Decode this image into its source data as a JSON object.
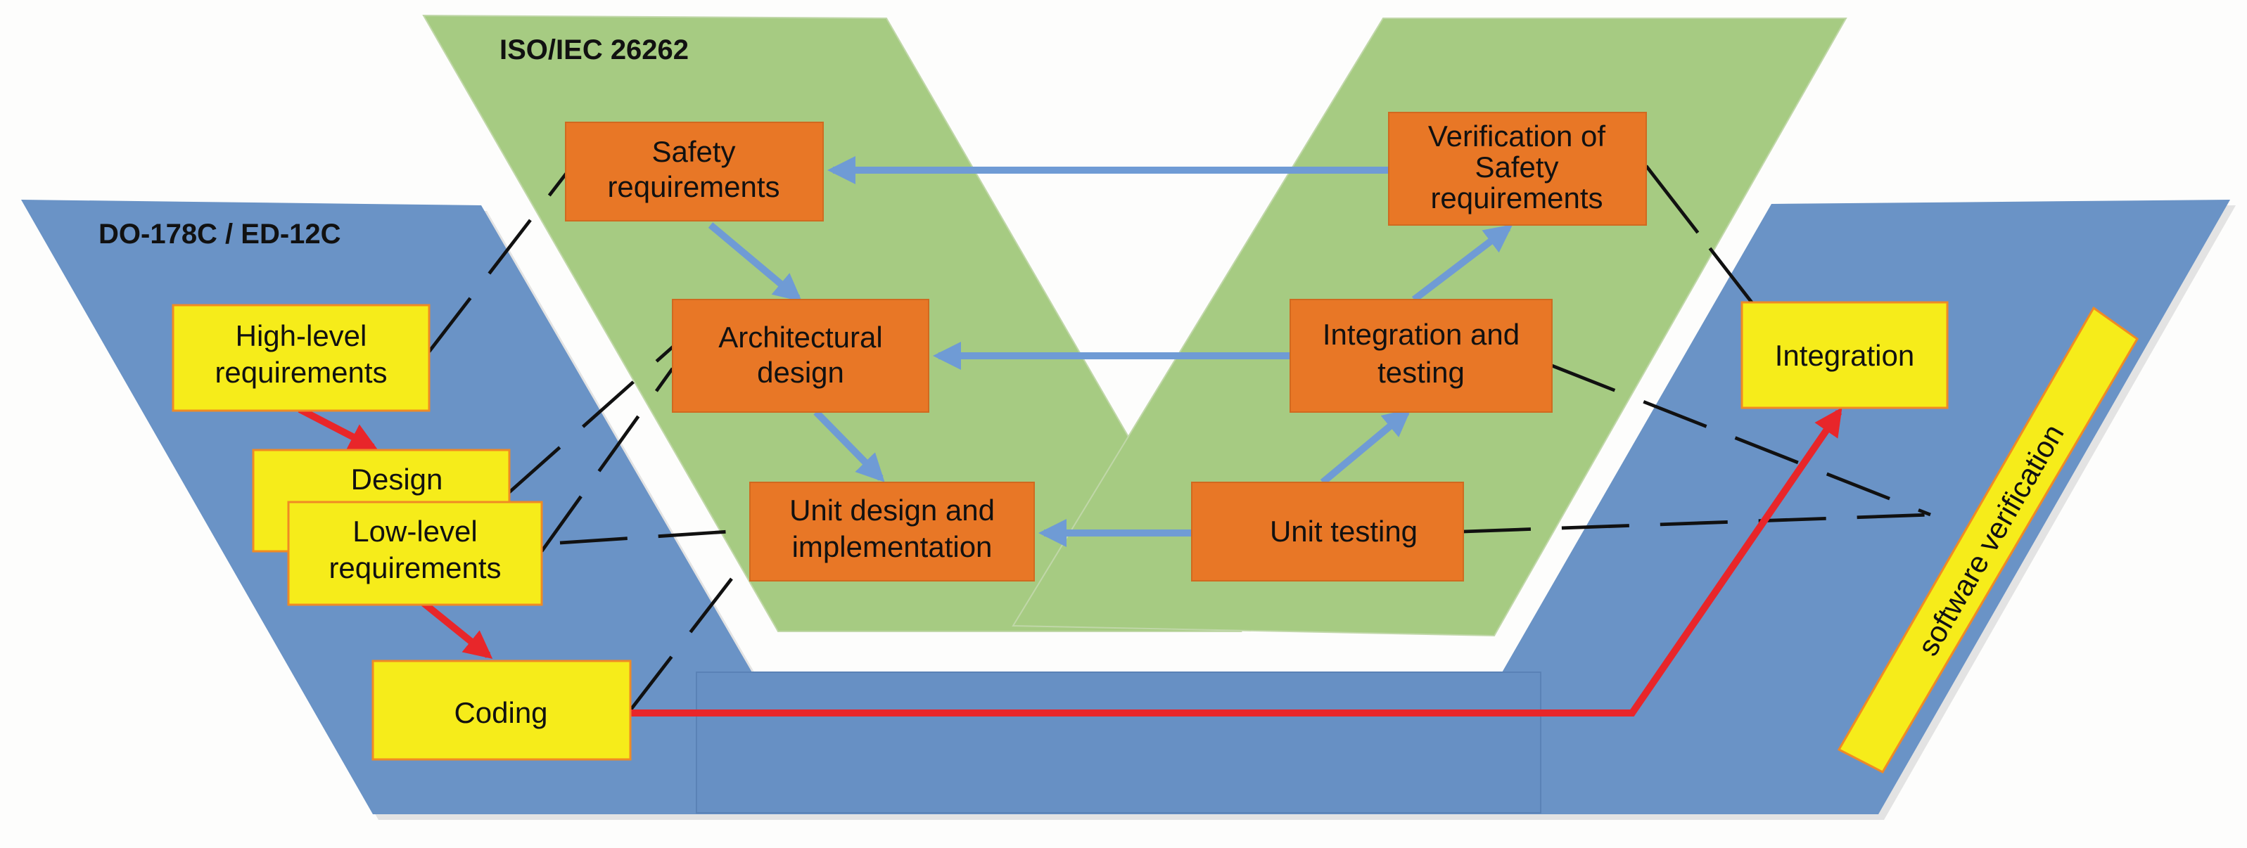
{
  "colors": {
    "blue_panel": "#6a93c6",
    "green_panel": "#a6cb82",
    "orange_box": "#e87726",
    "yellow_box": "#f6ec1a",
    "blue_arrow": "#6f9bd5",
    "red_arrow": "#e8262a"
  },
  "panels": {
    "iso": {
      "title": "ISO/IEC 26262"
    },
    "do178": {
      "title": "DO-178C / ED-12C"
    }
  },
  "iso_boxes": {
    "safety_requirements": [
      "Safety",
      "requirements"
    ],
    "architectural_design": [
      "Architectural",
      "design"
    ],
    "unit_design": [
      "Unit design and",
      "implementation"
    ],
    "verification_safety": [
      "Verification of",
      "Safety",
      "requirements"
    ],
    "integration_testing": [
      "Integration and",
      "testing"
    ],
    "unit_testing": [
      "Unit testing"
    ]
  },
  "do178_boxes": {
    "high_level": [
      "High-level",
      "requirements"
    ],
    "design": [
      "Design"
    ],
    "low_level": [
      "Low-level",
      "requirements"
    ],
    "coding": [
      "Coding"
    ],
    "integration": [
      "Integration"
    ],
    "software_verification": "software verification"
  }
}
